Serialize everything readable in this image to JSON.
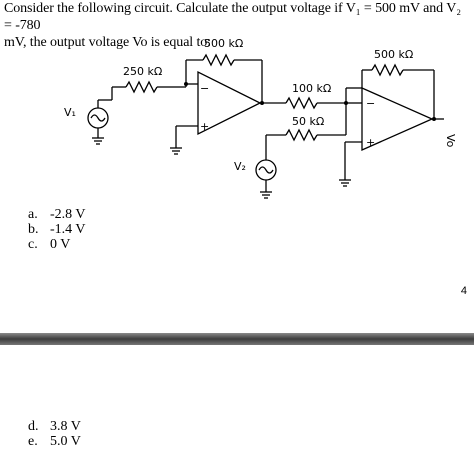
{
  "question": {
    "line1": "Consider the following circuit.  Calculate the output voltage if V₁ = 500 mV and V₂ = -780",
    "line2": "mV, the output voltage Vo is equal to:"
  },
  "circuit": {
    "r_feedback_1": "500 kΩ",
    "r_input_1": "250 kΩ",
    "r_input_2": "100 kΩ",
    "r_input_3": "50 kΩ",
    "r_feedback_2": "500 kΩ",
    "source_1": "V₁",
    "source_2": "V₂",
    "output": "Vo"
  },
  "choices": [
    {
      "letter": "a.",
      "text": "-2.8 V"
    },
    {
      "letter": "b.",
      "text": "-1.4 V"
    },
    {
      "letter": "c.",
      "text": "0 V"
    },
    {
      "letter": "d.",
      "text": "3.8 V"
    },
    {
      "letter": "e.",
      "text": "5.0 V"
    }
  ],
  "page_number": "4"
}
